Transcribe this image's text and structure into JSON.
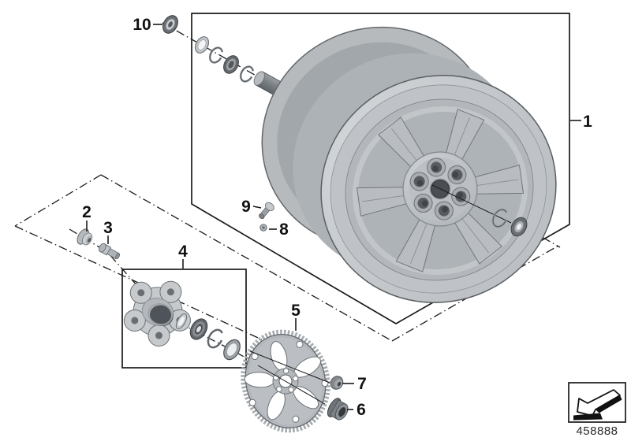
{
  "diagram": {
    "part_number": "458888",
    "callouts": [
      {
        "id": "1"
      },
      {
        "id": "2"
      },
      {
        "id": "3"
      },
      {
        "id": "4"
      },
      {
        "id": "5"
      },
      {
        "id": "6"
      },
      {
        "id": "7"
      },
      {
        "id": "8"
      },
      {
        "id": "9"
      },
      {
        "id": "10"
      }
    ],
    "icons": {
      "direction_arrow": "arrow-pointing-down-left"
    },
    "colors": {
      "background": "#ffffff",
      "line": "#1a1a1a",
      "part_light": "#ccd0d3",
      "part_mid": "#aeb3b7",
      "part_dark": "#5b6065"
    }
  }
}
